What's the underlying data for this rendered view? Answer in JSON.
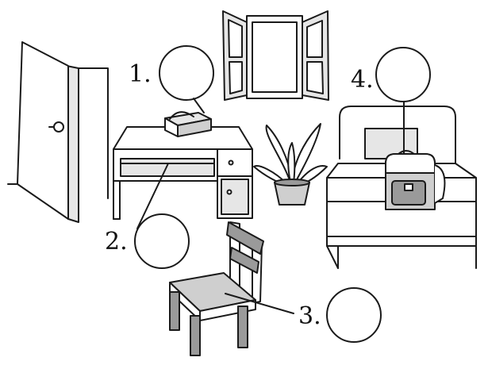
{
  "labels": [
    {
      "number": "1.",
      "target": "box"
    },
    {
      "number": "2.",
      "target": "desk"
    },
    {
      "number": "3.",
      "target": "chair"
    },
    {
      "number": "4.",
      "target": "schoolbag"
    }
  ],
  "objects": [
    "door",
    "window",
    "desk",
    "box",
    "plant",
    "bed",
    "schoolbag",
    "chair"
  ],
  "colors": {
    "ink": "#1a1a1a",
    "shade": "#cfcfcf",
    "dark": "#9a9a9a",
    "paper": "#ffffff"
  }
}
